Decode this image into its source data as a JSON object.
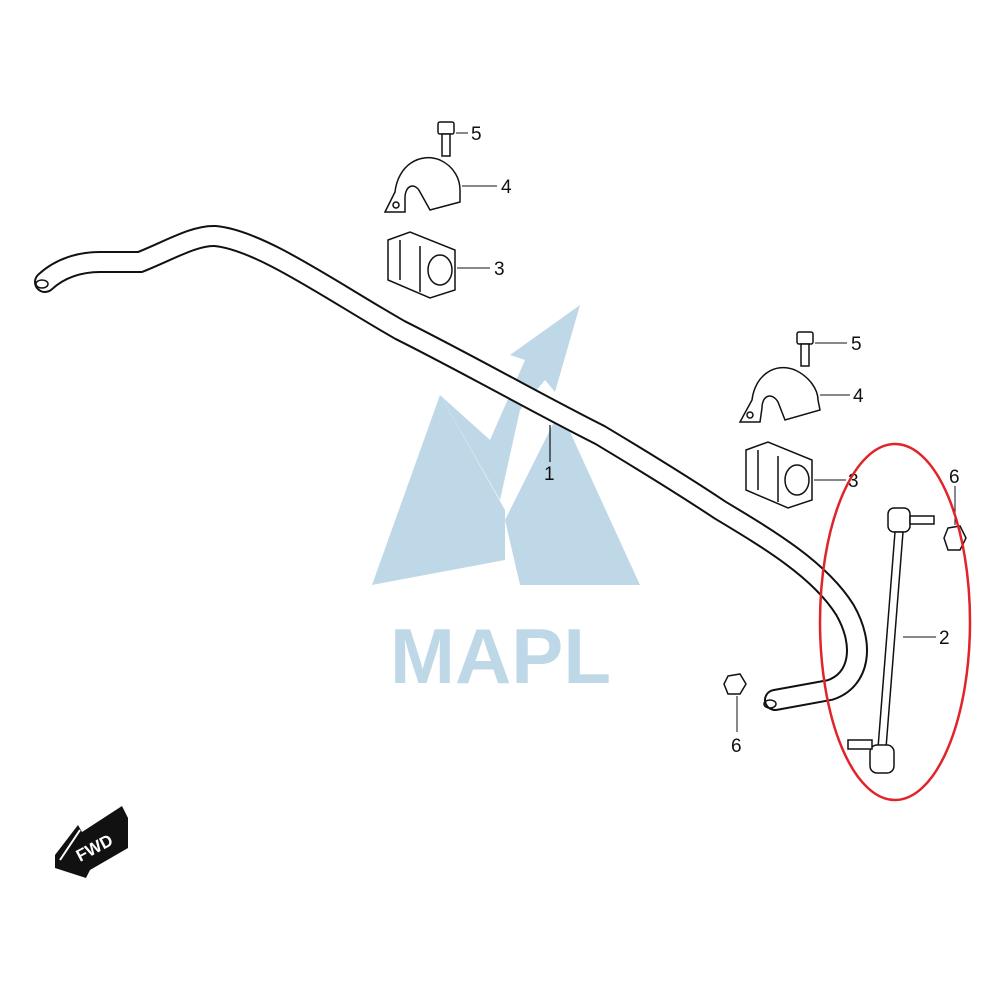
{
  "diagram": {
    "watermark": "MAPL",
    "fwd_label": "FWD",
    "callouts": {
      "bar": "1",
      "link": "2",
      "bushing_left": "3",
      "bushing_right": "3",
      "bracket_left": "4",
      "bracket_right": "4",
      "bolt_left": "5",
      "bolt_right": "5",
      "nut_top": "6",
      "nut_bottom": "6"
    },
    "colors": {
      "highlight": "#e0242a",
      "watermark": "#bcd6e7",
      "line": "#111111"
    }
  }
}
